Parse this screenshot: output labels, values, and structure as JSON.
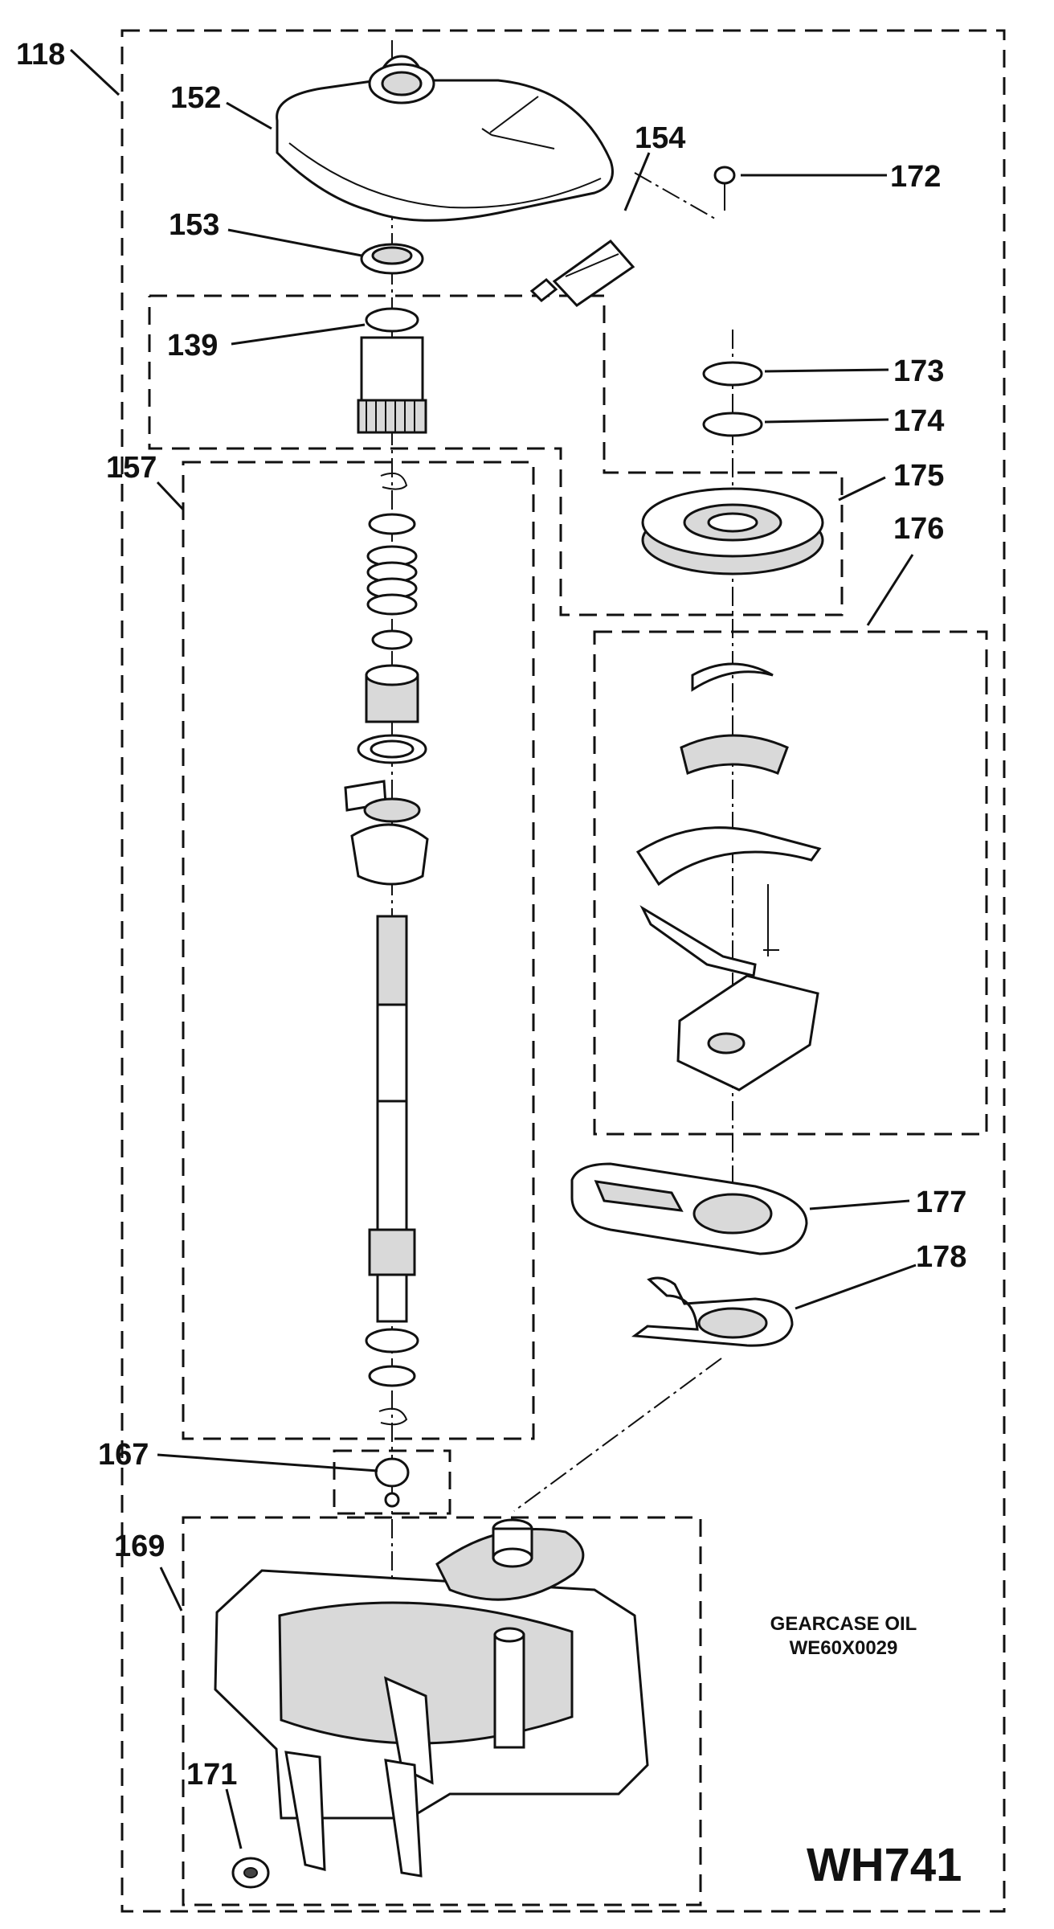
{
  "callouts": {
    "c118": "118",
    "c152": "152",
    "c153": "153",
    "c154": "154",
    "c172": "172",
    "c139": "139",
    "c173": "173",
    "c174": "174",
    "c175": "175",
    "c176": "176",
    "c157": "157",
    "c177": "177",
    "c178": "178",
    "c167": "167",
    "c169": "169",
    "c171": "171"
  },
  "note": {
    "line1": "GEARCASE OIL",
    "line2": "WE60X0029"
  },
  "model": "WH741",
  "icons": [
    "cover-icon",
    "gear-icon",
    "shaft-icon",
    "spring-icon",
    "tube-icon",
    "gearcase-icon"
  ]
}
